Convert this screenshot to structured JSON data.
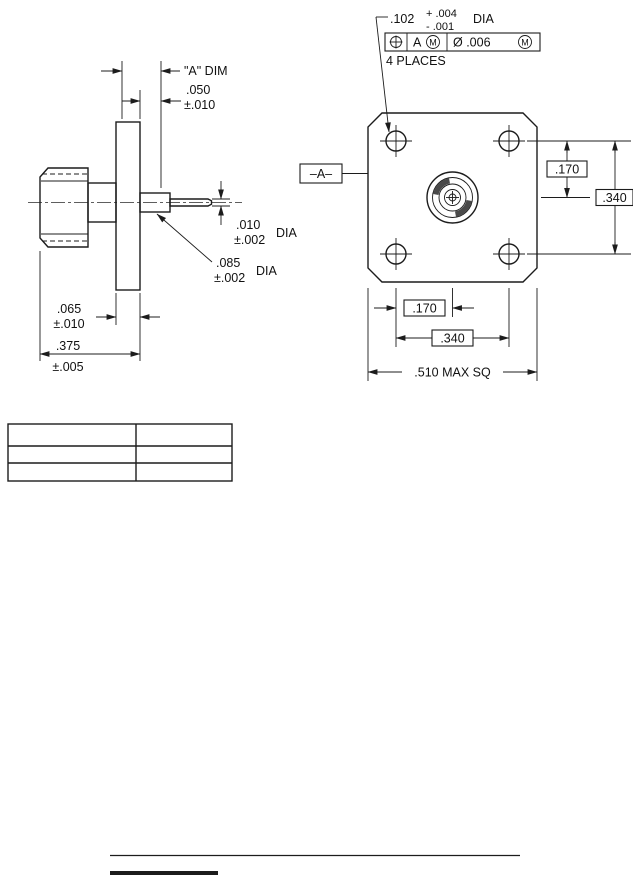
{
  "side_view": {
    "a_dim": "\"A\" DIM",
    "dim_050": ".050",
    "tol_050": "±.010",
    "dim_010": ".010",
    "tol_010": "±.002",
    "dia_010": "DIA",
    "dim_085": ".085",
    "tol_085": "±.002",
    "dia_085": "DIA",
    "dim_065": ".065",
    "tol_065": "±.010",
    "dim_375": ".375",
    "tol_375": "±.005"
  },
  "front_view": {
    "hole_dia": ".102",
    "hole_tol_plus": "+ .004",
    "hole_tol_minus": "- .001",
    "hole_dia_suffix": "DIA",
    "fcf_datum": "A",
    "fcf_datum_modifier": "M",
    "fcf_tolerance": "Ø .006",
    "fcf_tolerance_modifier": "M",
    "places": "4 PLACES",
    "datum_flag": "–A–",
    "v_offset": ".170",
    "v_spacing": ".340",
    "h_offset": ".170",
    "h_spacing": ".340",
    "flange_sq": ".510 MAX SQ"
  }
}
